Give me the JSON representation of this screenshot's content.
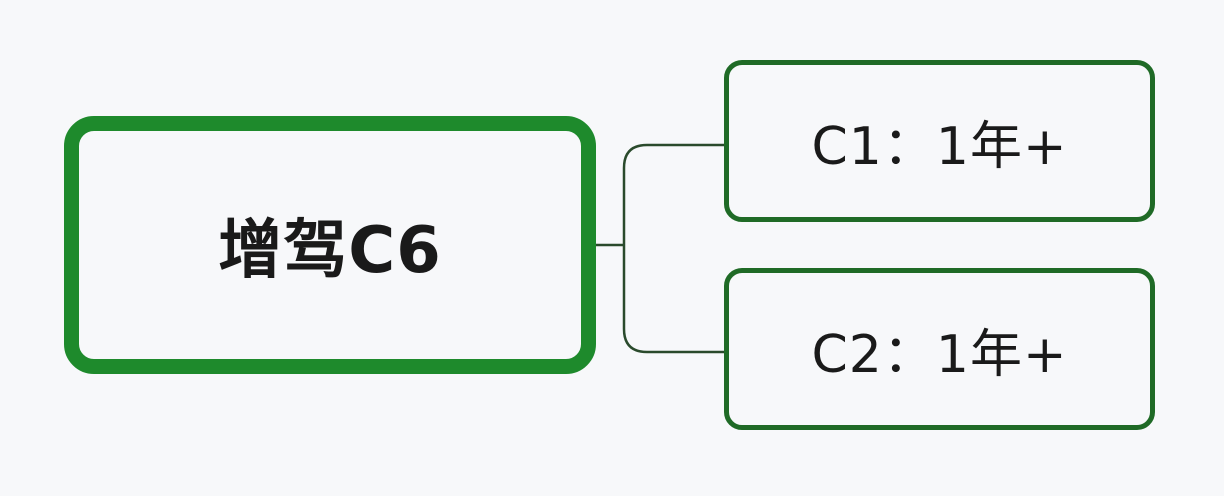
{
  "diagram": {
    "root": {
      "label": "增驾C6"
    },
    "children": [
      {
        "label": "C1：1年+"
      },
      {
        "label": "C2：1年+"
      }
    ]
  },
  "colors": {
    "root_border": "#1e8a2c",
    "child_border": "#1f6a26",
    "connector": "#2a4a2c",
    "background": "#f7f8fa",
    "text": "#1a1a1a"
  }
}
